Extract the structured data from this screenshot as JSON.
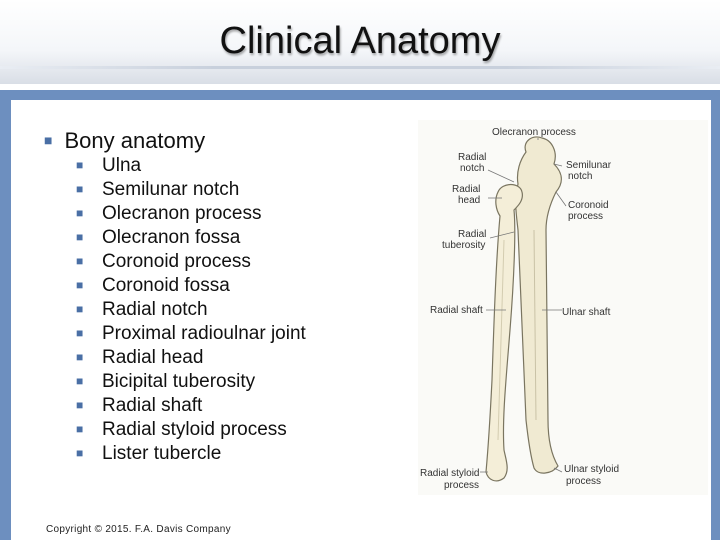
{
  "title": "Clinical Anatomy",
  "main_bullet": "Bony anatomy",
  "sub_bullets": [
    "Ulna",
    "Semilunar notch",
    "Olecranon process",
    "Olecranon fossa",
    "Coronoid process",
    "Coronoid fossa",
    "Radial notch",
    "Proximal radioulnar joint",
    "Radial head",
    "Bicipital tuberosity",
    "Radial shaft",
    "Radial styloid process",
    "Lister tubercle"
  ],
  "copyright": "Copyright © 2015. F.A. Davis Company",
  "figure_labels": {
    "olecranon_process": "Olecranon process",
    "radial_notch_1": "Radial",
    "radial_notch_2": "notch",
    "semilunar_notch_1": "Semilunar",
    "semilunar_notch_2": "notch",
    "radial_head_1": "Radial",
    "radial_head_2": "head",
    "coronoid_process_1": "Coronoid",
    "coronoid_process_2": "process",
    "radial_tuberosity_1": "Radial",
    "radial_tuberosity_2": "tuberosity",
    "radial_shaft": "Radial shaft",
    "ulnar_shaft": "Ulnar shaft",
    "radial_styloid_1": "Radial styloid",
    "radial_styloid_2": "process",
    "ulnar_styloid_1": "Ulnar styloid",
    "ulnar_styloid_2": "process"
  },
  "colors": {
    "frame": "#6d8fbf",
    "bullet": "#4a6fa5",
    "bone_fill": "#f0ead2",
    "bone_stroke": "#7a7560"
  }
}
